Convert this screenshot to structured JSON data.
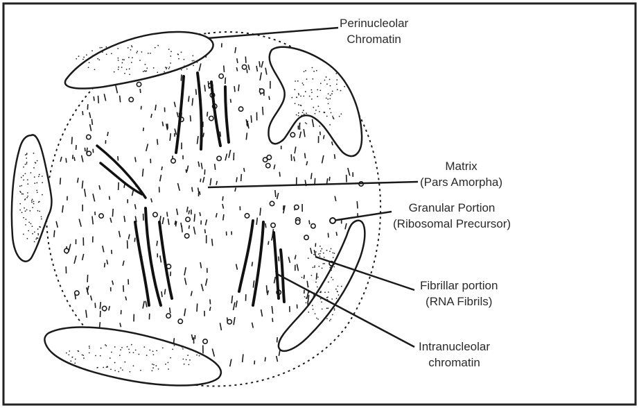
{
  "labels": {
    "perinucleolar": {
      "line1": "Perinucleolar",
      "line2": "Chromatin"
    },
    "matrix": {
      "line1": "Matrix",
      "line2": "(Pars Amorpha)"
    },
    "granular": {
      "line1": "Granular Portion",
      "line2": "(Ribosomal  Precursor)"
    },
    "fibrillar": {
      "line1": "Fibrillar portion",
      "line2": "(RNA Fibrils)"
    },
    "intranucleolar": {
      "line1": "Intranucleolar",
      "line2": "chromatin"
    }
  },
  "colors": {
    "ink": "#1a1a1a",
    "background": "#ffffff",
    "frame": "#222222"
  }
}
